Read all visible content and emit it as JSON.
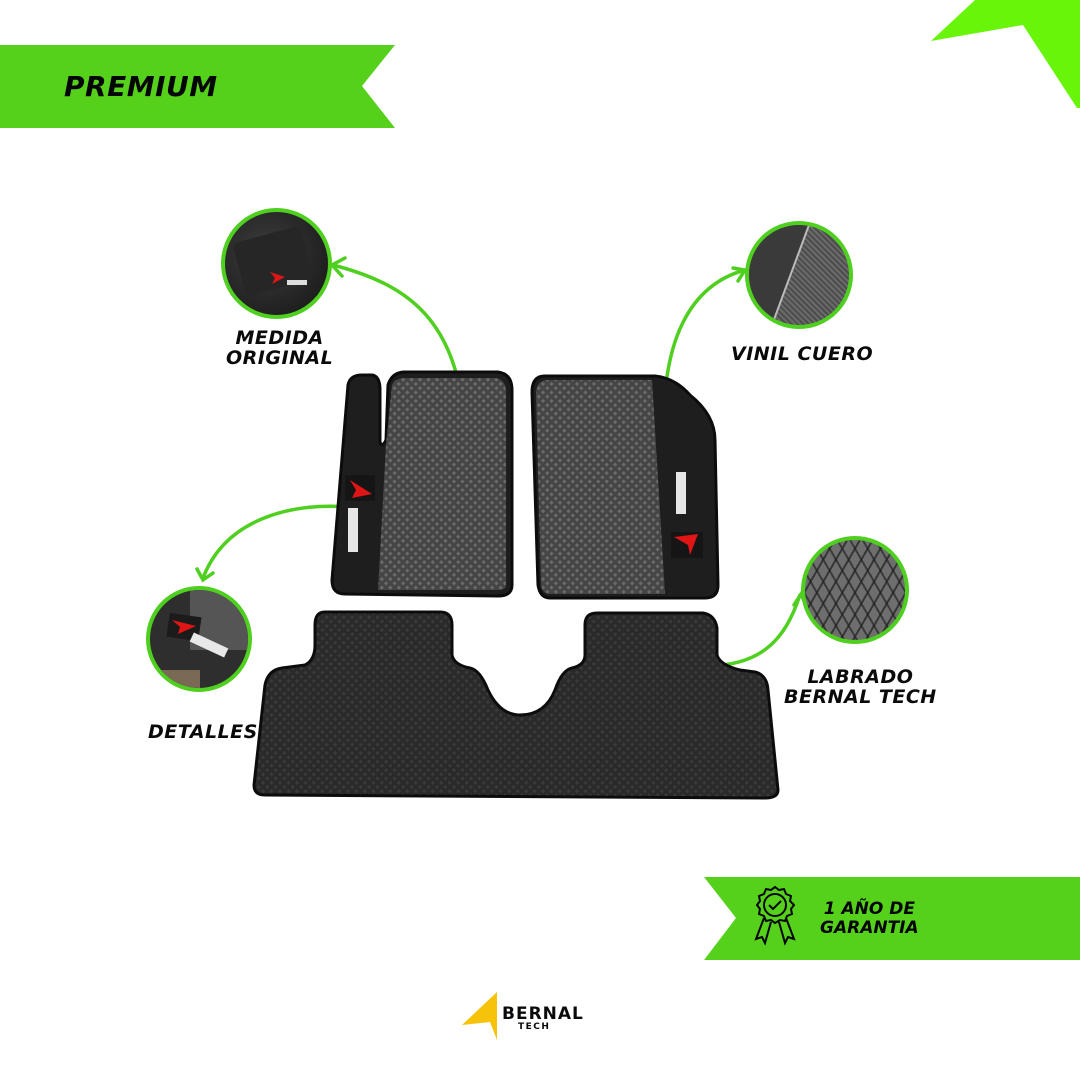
{
  "banner": {
    "label": "PREMIUM",
    "color": "#55d11c"
  },
  "corner_accent": {
    "color": "#69f50a"
  },
  "product": {
    "name": "Car floor mat set",
    "pieces": [
      "front-driver-mat",
      "front-passenger-mat",
      "rear-mat"
    ],
    "mat_color": "#3a3a3a",
    "edge_color": "#111111"
  },
  "features": [
    {
      "id": "medida-original",
      "label_lines": [
        "MEDIDA",
        "ORIGINAL"
      ]
    },
    {
      "id": "vinil-cuero",
      "label_lines": [
        "VINIL CUERO"
      ]
    },
    {
      "id": "detalles",
      "label_lines": [
        "DETALLES"
      ]
    },
    {
      "id": "labrado",
      "label_lines": [
        "LABRADO",
        "BERNAL TECH"
      ]
    }
  ],
  "warranty": {
    "lines": [
      "1 AÑO DE",
      "GARANTIA"
    ],
    "icon": "award-ribbon-check-icon",
    "color": "#55d11c"
  },
  "brand": {
    "name": "BERNAL",
    "sub": "TECH",
    "accent": "#f7c20a"
  },
  "colors": {
    "arrow": "#4fcf1f",
    "circle_border": "#4fcf1f",
    "logo_red": "#e01515"
  }
}
